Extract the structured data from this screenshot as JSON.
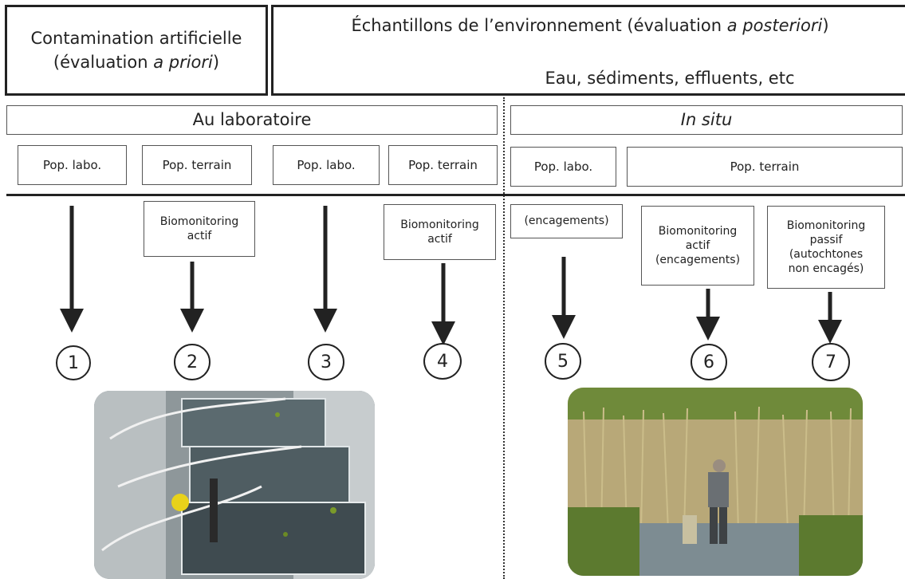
{
  "header": {
    "left": {
      "line1": "Contamination artificielle",
      "line2_prefix": "(évaluation ",
      "line2_italic": "a priori",
      "line2_suffix": ")"
    },
    "right": {
      "line1_prefix": "Échantillons de l’environnement (évaluation ",
      "line1_italic": "a posteriori",
      "line1_suffix": ")",
      "line2": "Eau, sédiments, effluents, etc"
    }
  },
  "sections": {
    "lab": "Au laboratoire",
    "insitu": "In situ"
  },
  "populations": [
    "Pop. labo.",
    "Pop. terrain",
    "Pop. labo.",
    "Pop. terrain",
    "Pop. labo.",
    "Pop. terrain"
  ],
  "notes": {
    "n2": [
      "Biomonitoring",
      "actif"
    ],
    "n4": [
      "Biomonitoring",
      "actif"
    ],
    "n5": [
      "(encagements)"
    ],
    "n6": [
      "Biomonitoring",
      "actif",
      "(encagements)"
    ],
    "n7": [
      "Biomonitoring",
      "passif",
      "(autochtones",
      "non encagés)"
    ]
  },
  "numbers": [
    "1",
    "2",
    "3",
    "4",
    "5",
    "6",
    "7"
  ],
  "colors": {
    "line": "#222222",
    "water": "#7d8c92",
    "reed": "#b8a878",
    "grass": "#5c7a2f",
    "accent_yellow": "#e8d21a"
  }
}
